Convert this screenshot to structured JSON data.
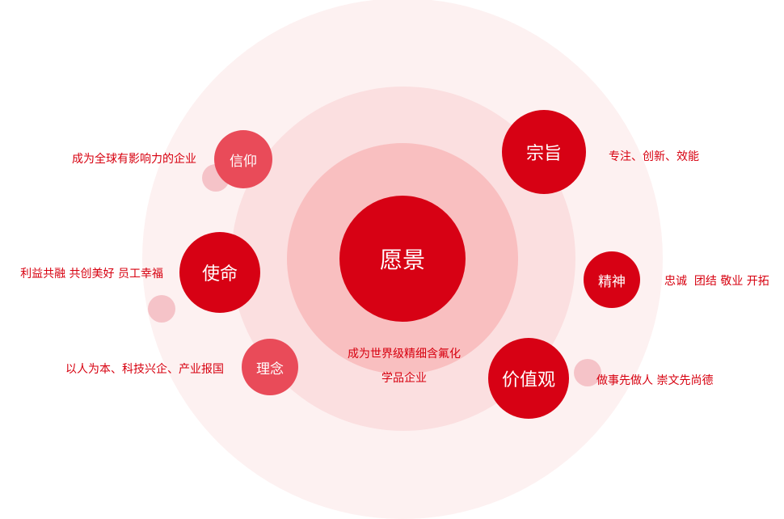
{
  "colors": {
    "primary": "#d70114",
    "secondary": "#e94b59",
    "ring_outer": "#fdf1f1",
    "ring_mid": "#fbdfe0",
    "ring_inner": "#f9bfc0",
    "text": "#d7000f"
  },
  "center": {
    "label": "愿景",
    "desc_line1": "成为世界级精细含氟化",
    "desc_line2": "学品企业"
  },
  "nodes": {
    "belief": {
      "label": "信仰",
      "desc": "成为全球有影响力的企业"
    },
    "mission": {
      "label": "使命",
      "desc": "利益共融 共创美好 员工幸福"
    },
    "philosophy": {
      "label": "理念",
      "desc": "以人为本、科技兴企、产业报国"
    },
    "purpose": {
      "label": "宗旨",
      "desc": "专注、创新、效能"
    },
    "spirit": {
      "label": "精神",
      "desc": "忠诚  团结 敬业 开拓"
    },
    "values": {
      "label": "价值观",
      "desc": "做事先做人 崇文先尚德"
    }
  }
}
